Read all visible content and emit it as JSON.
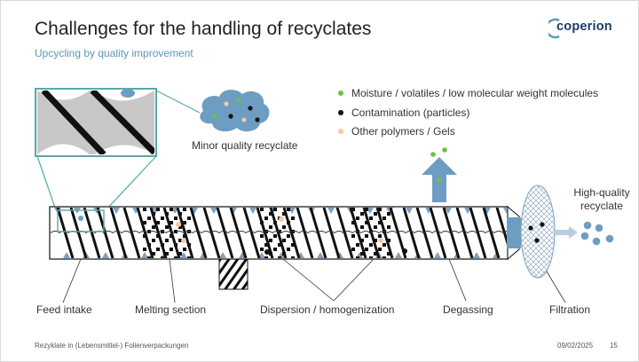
{
  "header": {
    "title": "Challenges for the handling of recyclates",
    "subtitle": "Upcycling by quality improvement",
    "logo_text": "coperion"
  },
  "legend": [
    {
      "label": "Moisture / volatiles / low molecular weight molecules",
      "color": "#6fbf4a"
    },
    {
      "label": "Contamination (particles)",
      "color": "#111111"
    },
    {
      "label": "Other polymers / Gels",
      "color": "#f4c9a5"
    }
  ],
  "diagram": {
    "minor_quality_label": "Minor quality recyclate",
    "high_quality_label_line1": "High-quality",
    "high_quality_label_line2": "recyclate",
    "sections": {
      "feed": "Feed intake",
      "melting": "Melting section",
      "dispersion": "Dispersion / homogenization",
      "degassing": "Degassing",
      "filtration": "Filtration"
    },
    "colors": {
      "accent_blue": "#6d9dc0",
      "teal_frame": "#5aa8a8",
      "screw_black": "#111111"
    }
  },
  "footer": {
    "left": "Rezyklate in (Lebensmittel-) Folienverpackungen",
    "date": "09/02/2025",
    "page": "15"
  }
}
